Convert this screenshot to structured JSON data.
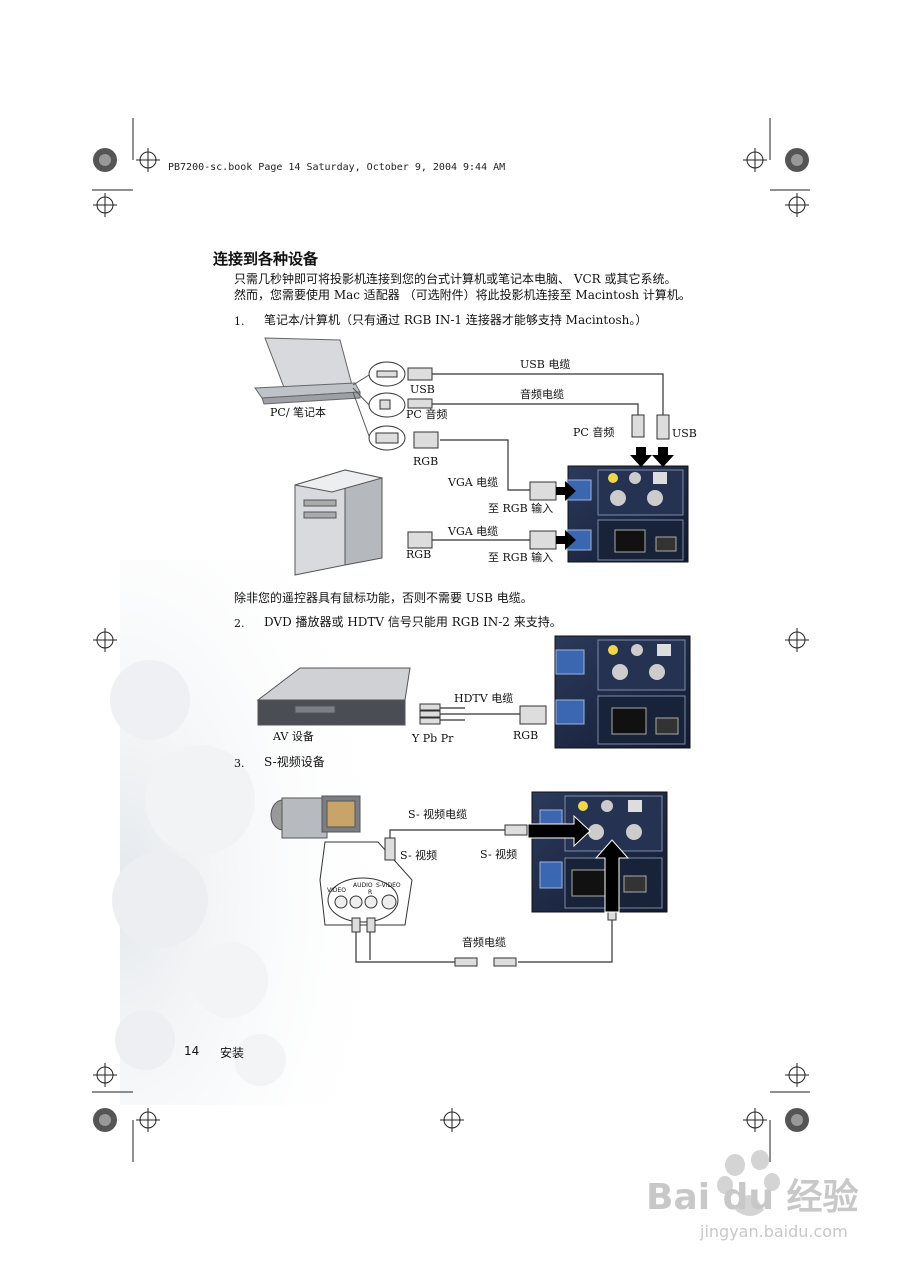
{
  "header": {
    "book_info": "PB7200-sc.book  Page 14  Saturday, October 9, 2004  9:44 AM"
  },
  "section": {
    "title": "连接到各种设备",
    "intro": [
      "只需几秒钟即可将投影机连接到您的台式计算机或笔记本电脑、 VCR 或其它系统。",
      "然而，您需要使用 Mac 适配器 （可选附件）将此投影机连接至 Macintosh 计算机。"
    ]
  },
  "steps": [
    {
      "num": "1.",
      "text": "笔记本/计算机（只有通过 RGB IN-1 连接器才能够支持 Macintosh。）"
    },
    {
      "num": "2.",
      "text": "DVD 播放器或 HDTV 信号只能用 RGB IN-2 来支持。"
    },
    {
      "num": "3.",
      "text": "S-视频设备"
    }
  ],
  "note_usb": "除非您的遥控器具有鼠标功能，否则不需要 USB 电缆。",
  "diagram1": {
    "pc_label": "PC/ 笔记本",
    "usb_cable": "USB 电缆",
    "usb_left": "USB",
    "audio_cable": "音频电缆",
    "pc_audio_left": "PC 音频",
    "pc_audio_right": "PC 音频",
    "usb_right": "USB",
    "rgb_top": "RGB",
    "vga_cable_1": "VGA 电缆",
    "to_rgb_1": "至 RGB 输入",
    "vga_cable_2": "VGA 电缆",
    "rgb_bottom": "RGB",
    "to_rgb_2": "至 RGB 输入"
  },
  "diagram2": {
    "hdtv_cable": "HDTV 电缆",
    "av_device": "AV 设备",
    "ypbpr": "Y Pb Pr",
    "rgb": "RGB"
  },
  "diagram3": {
    "svideo_cable": "S- 视频电缆",
    "svideo_left": "S- 视频",
    "svideo_right": "S- 视频",
    "audio_cable": "音频电缆",
    "jack_video": "VIDEO",
    "jack_audio": "AUDIO",
    "jack_r": "R",
    "jack_svideo": "S-VIDEO"
  },
  "footer": {
    "page_num": "14",
    "chapter": "安装"
  },
  "watermark": {
    "logo": "Bai du 经验",
    "url": "jingyan.baidu.com"
  }
}
